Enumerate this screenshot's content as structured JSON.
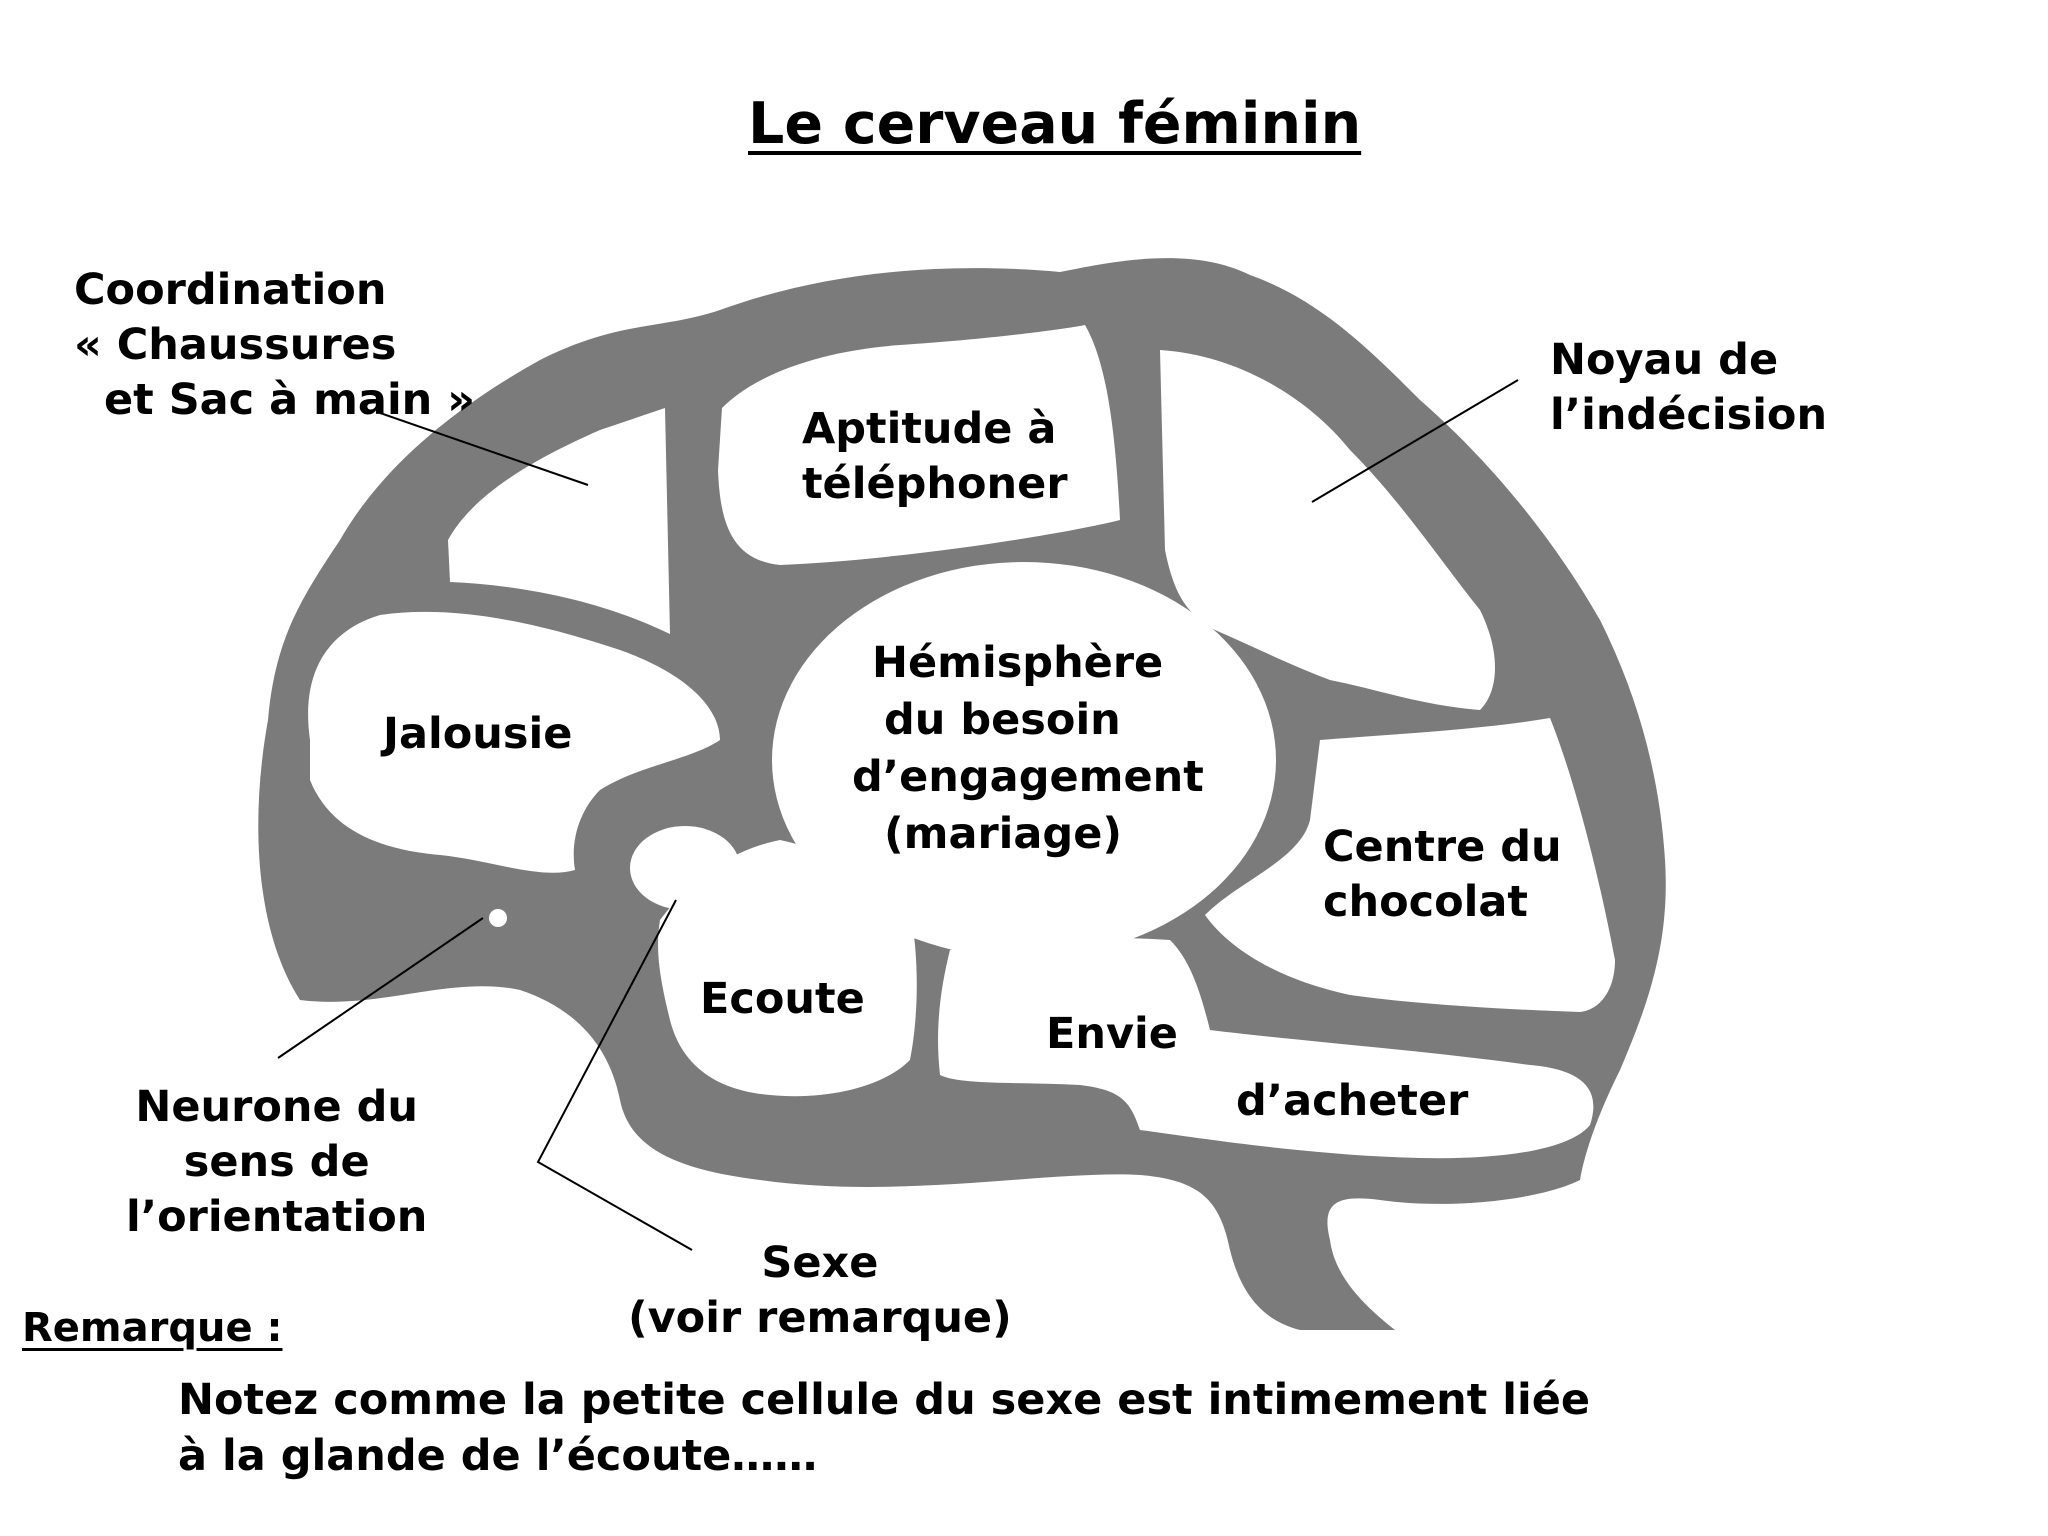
{
  "title": "Le cerveau féminin",
  "labels": {
    "coordination": [
      "Coordination",
      "« Chaussures",
      "et Sac à main »"
    ],
    "telephoner": [
      "Aptitude à",
      "téléphoner"
    ],
    "indecision": [
      "Noyau de",
      "l’indécision"
    ],
    "jalousie": "Jalousie",
    "engagement": [
      "Hémisphère",
      "du besoin",
      "d’engagement",
      "(mariage)"
    ],
    "chocolat": [
      "Centre du",
      "chocolat"
    ],
    "ecoute": "Ecoute",
    "envie": "Envie",
    "acheter": "d’acheter",
    "orientation": [
      "Neurone du",
      "sens de",
      "l’orientation"
    ],
    "sexe": [
      "Sexe",
      "(voir remarque)"
    ]
  },
  "remark": {
    "title": "Remarque :",
    "lines": [
      "Notez comme la petite cellule du sexe est intimement liée",
      "à la glande de l’écoute……"
    ]
  },
  "colors": {
    "brain_fill": "#7b7b7b",
    "region_fill": "#ffffff",
    "text": "#000000",
    "leader_line": "#000000"
  }
}
